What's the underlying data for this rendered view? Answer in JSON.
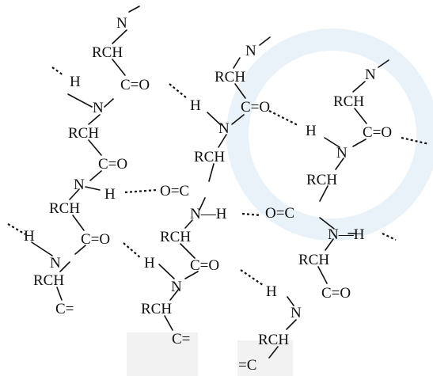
{
  "diagram": {
    "atom_labels": {
      "N": "N",
      "RCH": "RCH",
      "H": "H",
      "CO": "C=O",
      "OC": "O=C",
      "Ceq": "C=",
      "eqC": "=C",
      "C": "C",
      "O": "O",
      "NH": "N—H",
      "Cs": "C",
      "Os": "O"
    }
  }
}
